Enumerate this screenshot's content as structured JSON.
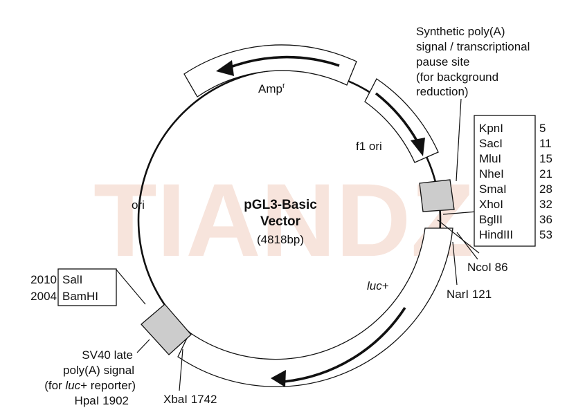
{
  "vector": {
    "name_line1": "pGL3-Basic",
    "name_line2": "Vector",
    "size": "(4818bp)"
  },
  "watermark": "TIANDZ",
  "features": {
    "amp": {
      "text": "Amp",
      "sup": "r"
    },
    "f1_ori": "f1 ori",
    "ori": "ori",
    "luc": {
      "italic": "luc",
      "rest": "+"
    }
  },
  "polyA_signal": [
    "Synthetic poly(A)",
    "signal / transcriptional",
    "pause site",
    "(for background",
    "reduction)"
  ],
  "mcs": [
    {
      "name": "KpnI",
      "pos": "5"
    },
    {
      "name": "SacI",
      "pos": "11"
    },
    {
      "name": "MluI",
      "pos": "15"
    },
    {
      "name": "NheI",
      "pos": "21"
    },
    {
      "name": "SmaI",
      "pos": "28"
    },
    {
      "name": "XhoI",
      "pos": "32"
    },
    {
      "name": "BglII",
      "pos": "36"
    },
    {
      "name": "HindIII",
      "pos": "53"
    }
  ],
  "sites": {
    "ncoi": "NcoI 86",
    "nari": "NarI 121",
    "xbai": "XbaI 1742",
    "hpai": "HpaI 1902"
  },
  "left_sites": [
    {
      "pos": "2010",
      "name": "SalI"
    },
    {
      "pos": "2004",
      "name": "BamHI"
    }
  ],
  "sv40": {
    "line1": "SV40 late",
    "line2": "poly(A) signal",
    "line3_pre": "(for ",
    "line3_italic": "luc",
    "line3_post": "+ reporter)"
  }
}
